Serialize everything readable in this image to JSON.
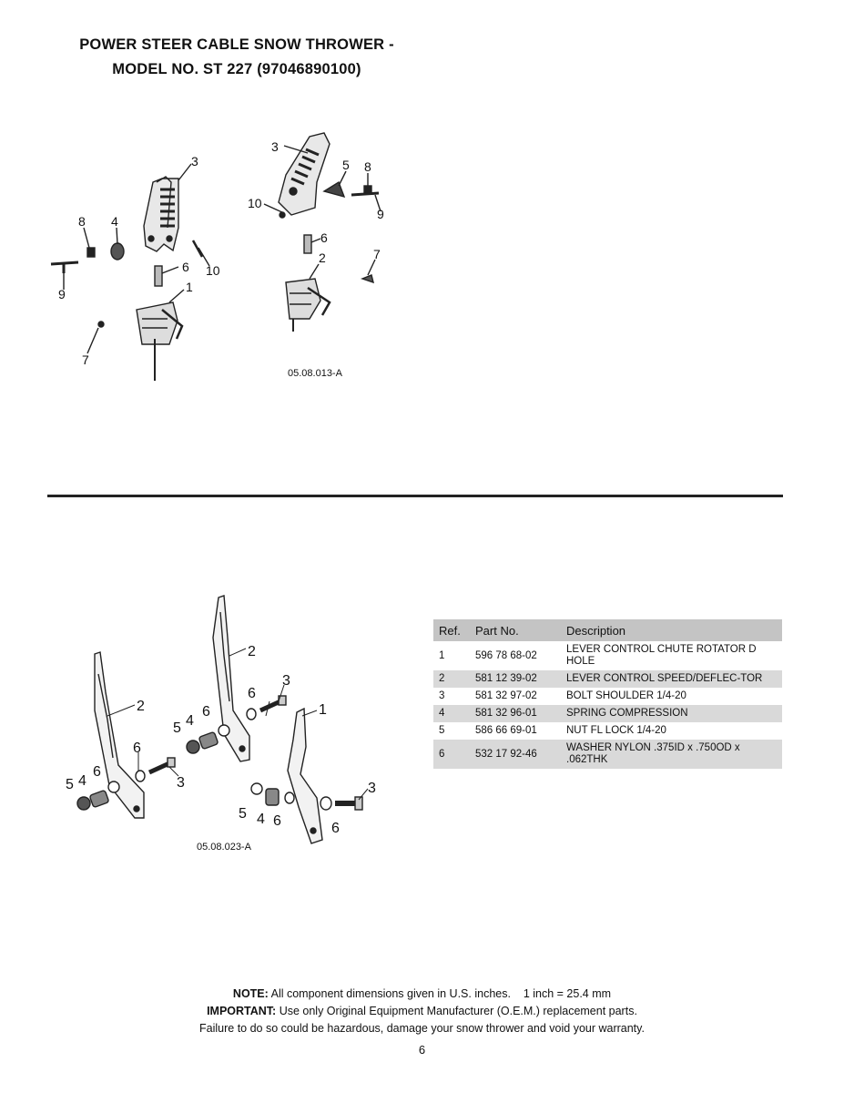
{
  "header": {
    "title_line1": "POWER STEER CABLE SNOW THROWER -",
    "title_line2": "MODEL NO. ST 227 (97046890100)"
  },
  "diagram1": {
    "figure_code": "05.08.013-A",
    "callouts_left": [
      "3",
      "8",
      "4",
      "6",
      "10",
      "9",
      "1",
      "7"
    ],
    "callouts_right": [
      "3",
      "5",
      "8",
      "10",
      "9",
      "6",
      "2",
      "7"
    ]
  },
  "diagram2": {
    "figure_code": "05.08.023-A",
    "callouts": [
      "2",
      "2",
      "3",
      "6",
      "6",
      "5",
      "4",
      "6",
      "3",
      "1",
      "6",
      "5",
      "4",
      "3",
      "5",
      "4",
      "6",
      "6",
      "3"
    ]
  },
  "parts_table": {
    "headers": [
      "Ref.",
      "Part No.",
      "Description"
    ],
    "rows": [
      {
        "ref": "1",
        "part_no": "596 78 68-02",
        "description": "LEVER CONTROL CHUTE ROTATOR D HOLE"
      },
      {
        "ref": "2",
        "part_no": "581 12 39-02",
        "description": "LEVER CONTROL SPEED/DEFLEC-TOR"
      },
      {
        "ref": "3",
        "part_no": "581 32 97-02",
        "description": "BOLT SHOULDER 1/4-20"
      },
      {
        "ref": "4",
        "part_no": "581 32 96-01",
        "description": "SPRING COMPRESSION"
      },
      {
        "ref": "5",
        "part_no": "586 66 69-01",
        "description": "NUT FL LOCK 1/4-20"
      },
      {
        "ref": "6",
        "part_no": "532 17 92-46",
        "description": "WASHER NYLON .375ID x .750OD x .062THK"
      }
    ]
  },
  "footer": {
    "note_label": "NOTE:",
    "note_text": "All component dimensions given in U.S. inches.    1 inch = 25.4 mm",
    "important_label": "IMPORTANT:",
    "important_text": "Use only Original Equipment Manufacturer (O.E.M.) replacement parts.",
    "warning_text": "Failure to do so could be hazardous, damage your snow thrower and void your warranty.",
    "page_number": "6"
  }
}
